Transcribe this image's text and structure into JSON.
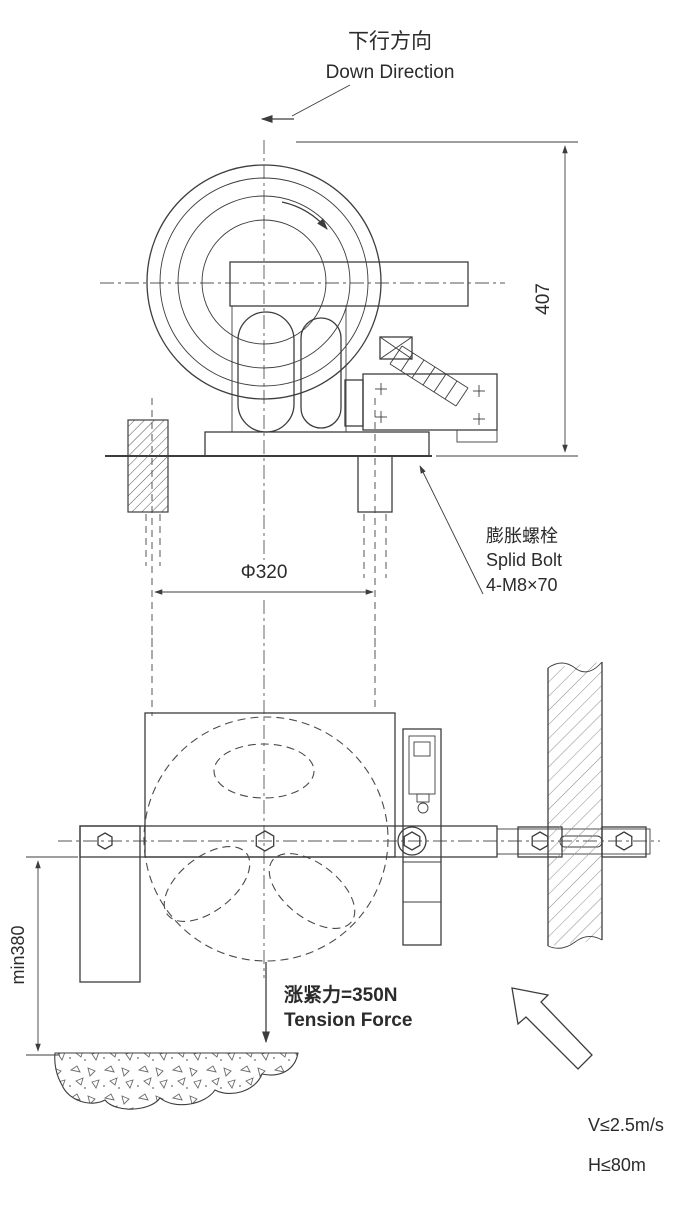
{
  "drawing": {
    "title": "tension-pulley-installation-drawing",
    "direction": {
      "cn": "下行方向",
      "en": "Down Direction"
    },
    "dims": {
      "height": "407",
      "diameter": "Φ320",
      "clearance": "min380"
    },
    "bolt": {
      "cn": "膨胀螺栓",
      "en": "Splid Bolt",
      "spec": "4-M8×70"
    },
    "tension": {
      "cn": "涨紧力=350N",
      "en": "Tension Force"
    },
    "limits": {
      "speed": "V≤2.5m/s",
      "height": "H≤80m"
    },
    "colors": {
      "line": "#3d3d3d",
      "background": "#ffffff"
    }
  }
}
